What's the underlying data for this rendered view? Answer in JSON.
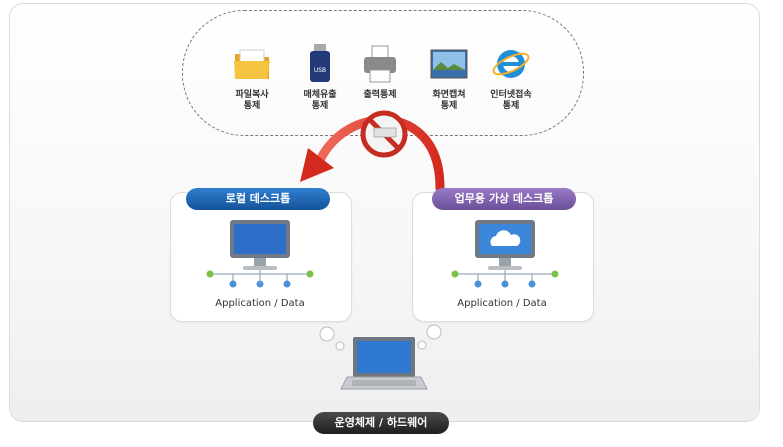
{
  "tools": [
    {
      "label": "파일복사\n통제",
      "icon": "folder-icon"
    },
    {
      "label": "매체유출\n통제",
      "icon": "usb-icon"
    },
    {
      "label": "출력통제",
      "icon": "printer-icon"
    },
    {
      "label": "화면캡쳐\n통제",
      "icon": "screen-capture-icon"
    },
    {
      "label": "인터넷접속\n통제",
      "icon": "internet-explorer-icon"
    }
  ],
  "local_desktop": {
    "title": "로컬 데스크톱",
    "caption": "Application / Data"
  },
  "virtual_desktop": {
    "title": "업무용 가상 데스크톱",
    "caption": "Application / Data"
  },
  "os_label": "운영체제 / 하드웨어",
  "colors": {
    "blue": "#1b5fa8",
    "purple": "#7a5aa8",
    "red": "#e23b2e"
  }
}
